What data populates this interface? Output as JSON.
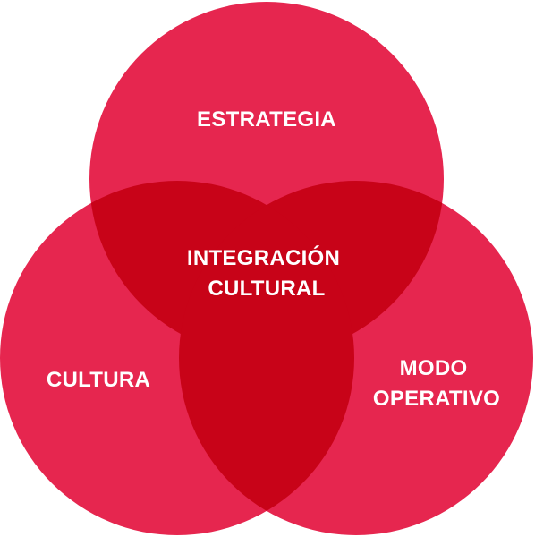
{
  "diagram": {
    "type": "venn",
    "colors": {
      "circle_fill": "#e6264f",
      "overlap_fill": "#c80318",
      "text": "#ffffff",
      "background": "#ffffff"
    },
    "sets": {
      "top": "ESTRATEGIA",
      "left": "CULTURA",
      "right": [
        "MODO",
        "OPERATIVO"
      ]
    },
    "center": [
      "INTEGRACIÓN",
      "CULTURAL"
    ]
  }
}
